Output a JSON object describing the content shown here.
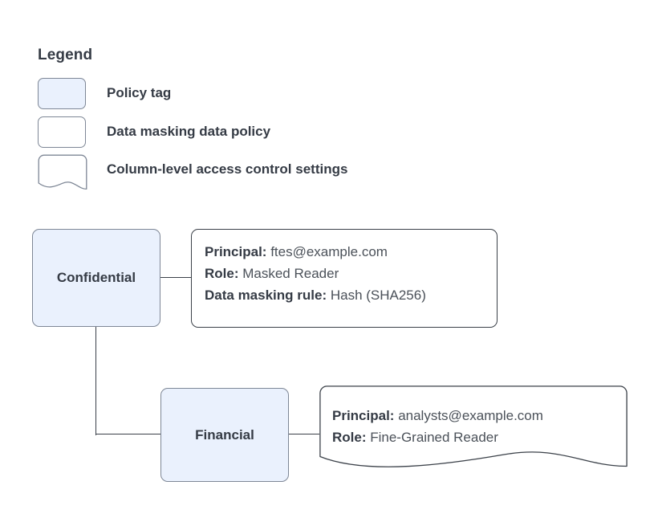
{
  "legend": {
    "title": "Legend",
    "items": [
      {
        "label": "Policy tag",
        "swatch": "policy-tag-swatch",
        "shape": "rounded-rect-filled",
        "fill": "#eaf1fd"
      },
      {
        "label": "Data masking data policy",
        "swatch": "data-masking-policy-swatch",
        "shape": "rounded-rect",
        "fill": "#ffffff"
      },
      {
        "label": "Column-level access control settings",
        "swatch": "column-access-settings-swatch",
        "shape": "document-wavy",
        "fill": "#ffffff"
      }
    ]
  },
  "diagram": {
    "nodes": [
      {
        "id": "confidential",
        "label": "Confidential"
      },
      {
        "id": "financial",
        "label": "Financial"
      }
    ],
    "cards": [
      {
        "id": "confidential-policy-card",
        "shape": "rounded-rect",
        "lines": [
          {
            "key": "Principal:",
            "value": " ftes@example.com"
          },
          {
            "key": "Role:",
            "value": " Masked Reader"
          },
          {
            "key": "Data masking rule:",
            "value": " Hash (SHA256)"
          }
        ]
      },
      {
        "id": "financial-policy-card",
        "shape": "document-wavy",
        "lines": [
          {
            "key": "Principal:",
            "value": " analysts@example.com"
          },
          {
            "key": "Role:",
            "value": " Fine-Grained Reader"
          }
        ]
      }
    ],
    "edges": [
      {
        "from": "confidential",
        "to": "confidential-policy-card"
      },
      {
        "from": "confidential",
        "to": "financial"
      },
      {
        "from": "financial",
        "to": "financial-policy-card"
      }
    ]
  },
  "colors": {
    "node_fill": "#eaf1fd",
    "node_border": "#7e8796",
    "card_border": "#3b4149",
    "text": "#353b45",
    "value_text": "#4b5159",
    "background": "#ffffff"
  }
}
